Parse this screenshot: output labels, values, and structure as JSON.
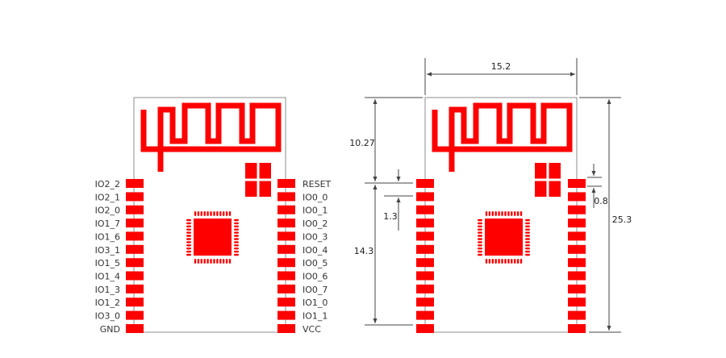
{
  "colors": {
    "accent": "#ff0000",
    "outline": "#8c8c8c",
    "dimension": "#444444",
    "text": "#333333"
  },
  "left_pins": [
    "IO2_2",
    "IO2_1",
    "IO2_0",
    "IO1_7",
    "IO1_6",
    "IO3_1",
    "IO1_5",
    "IO1_4",
    "IO1_3",
    "IO1_2",
    "IO3_0",
    "GND"
  ],
  "right_pins": [
    "RESET",
    "IO0_0",
    "IO0_1",
    "IO0_2",
    "IO0_3",
    "IO0_4",
    "IO0_5",
    "IO0_6",
    "IO0_7",
    "IO1_0",
    "IO1_1",
    "VCC"
  ],
  "dimensions": {
    "width": "15.2",
    "top_section": "10.27",
    "pin_pitch": "1.3",
    "pin_span": "14.3",
    "pad_height": "0.8",
    "total_height": "25.3"
  }
}
